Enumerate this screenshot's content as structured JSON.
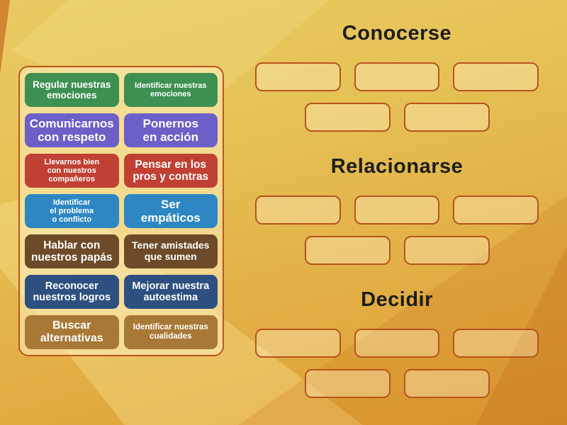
{
  "word_bank": {
    "tiles": [
      {
        "label": "Regular nuestras\nemociones",
        "color": "#3e9052"
      },
      {
        "label": "Identificar nuestras\nemociones",
        "color": "#3e9052"
      },
      {
        "label": "Comunicarnos\ncon respeto",
        "color": "#6b60c8"
      },
      {
        "label": "Ponernos\nen acción",
        "color": "#6b60c8"
      },
      {
        "label": "Llevarnos bien\ncon nuestros\ncompañeros",
        "color": "#c04133"
      },
      {
        "label": "Pensar en los\npros y contras",
        "color": "#c04133"
      },
      {
        "label": "Identificar\nel problema\no conflicto",
        "color": "#2e87c3"
      },
      {
        "label": "Ser\nempáticos",
        "color": "#2e87c3"
      },
      {
        "label": "Hablar con\nnuestros papás",
        "color": "#6d4a28"
      },
      {
        "label": "Tener amistades\nque sumen",
        "color": "#6d4a28"
      },
      {
        "label": "Reconocer\nnuestros logros",
        "color": "#2d5080"
      },
      {
        "label": "Mejorar nuestra\nautoestima",
        "color": "#2d5080"
      },
      {
        "label": "Buscar\nalternativas",
        "color": "#a87836"
      },
      {
        "label": "Identificar nuestras\ncualidades",
        "color": "#a87836"
      }
    ]
  },
  "groups": [
    {
      "title": "Conocerse",
      "slot_count": 5
    },
    {
      "title": "Relacionarse",
      "slot_count": 5
    },
    {
      "title": "Decidir",
      "slot_count": 5
    }
  ],
  "colors": {
    "background_top": "#e9cb63",
    "background_bottom": "#de9c34",
    "panel_border": "#bf531b",
    "slot_border": "#b7541d",
    "title_text": "#1d1d1d",
    "tile_text": "#ffffff"
  }
}
